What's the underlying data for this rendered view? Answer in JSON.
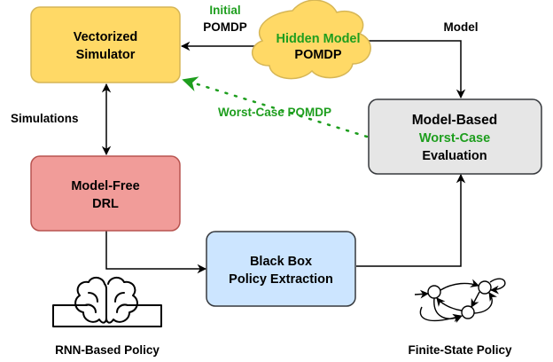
{
  "nodes": {
    "simulator": {
      "line1": "Vectorized",
      "line2": "Simulator",
      "fill": "#FFD966",
      "stroke": "#D6B656"
    },
    "hidden_model": {
      "line1": "Hidden Model",
      "line2": "POMDP",
      "fill": "#FFD966",
      "stroke": "#D6B656"
    },
    "model_free": {
      "line1": "Model-Free",
      "line2": "DRL",
      "fill": "#F19C99",
      "stroke": "#B85450"
    },
    "extraction": {
      "line1": "Black Box",
      "line2": "Policy Extraction",
      "fill": "#CCE5FF",
      "stroke": "#36393D"
    },
    "evaluation": {
      "line1": "Model-Based",
      "line2": "Worst-Case",
      "line3": "Evaluation",
      "fill": "#E6E6E6",
      "stroke": "#36393D"
    }
  },
  "edge_labels": {
    "initial_line1": "Initial",
    "initial_line2": "POMDP",
    "model": "Model",
    "simulations": "Simulations",
    "worst_case": "Worst-Case POMDP"
  },
  "captions": {
    "rnn_policy": "RNN-Based Policy",
    "fsc_policy": "Finite-State Policy"
  },
  "colors": {
    "green": "#1E9E1E",
    "black": "#000000"
  },
  "icons": [
    "brain-icon",
    "finite-state-machine-icon"
  ]
}
